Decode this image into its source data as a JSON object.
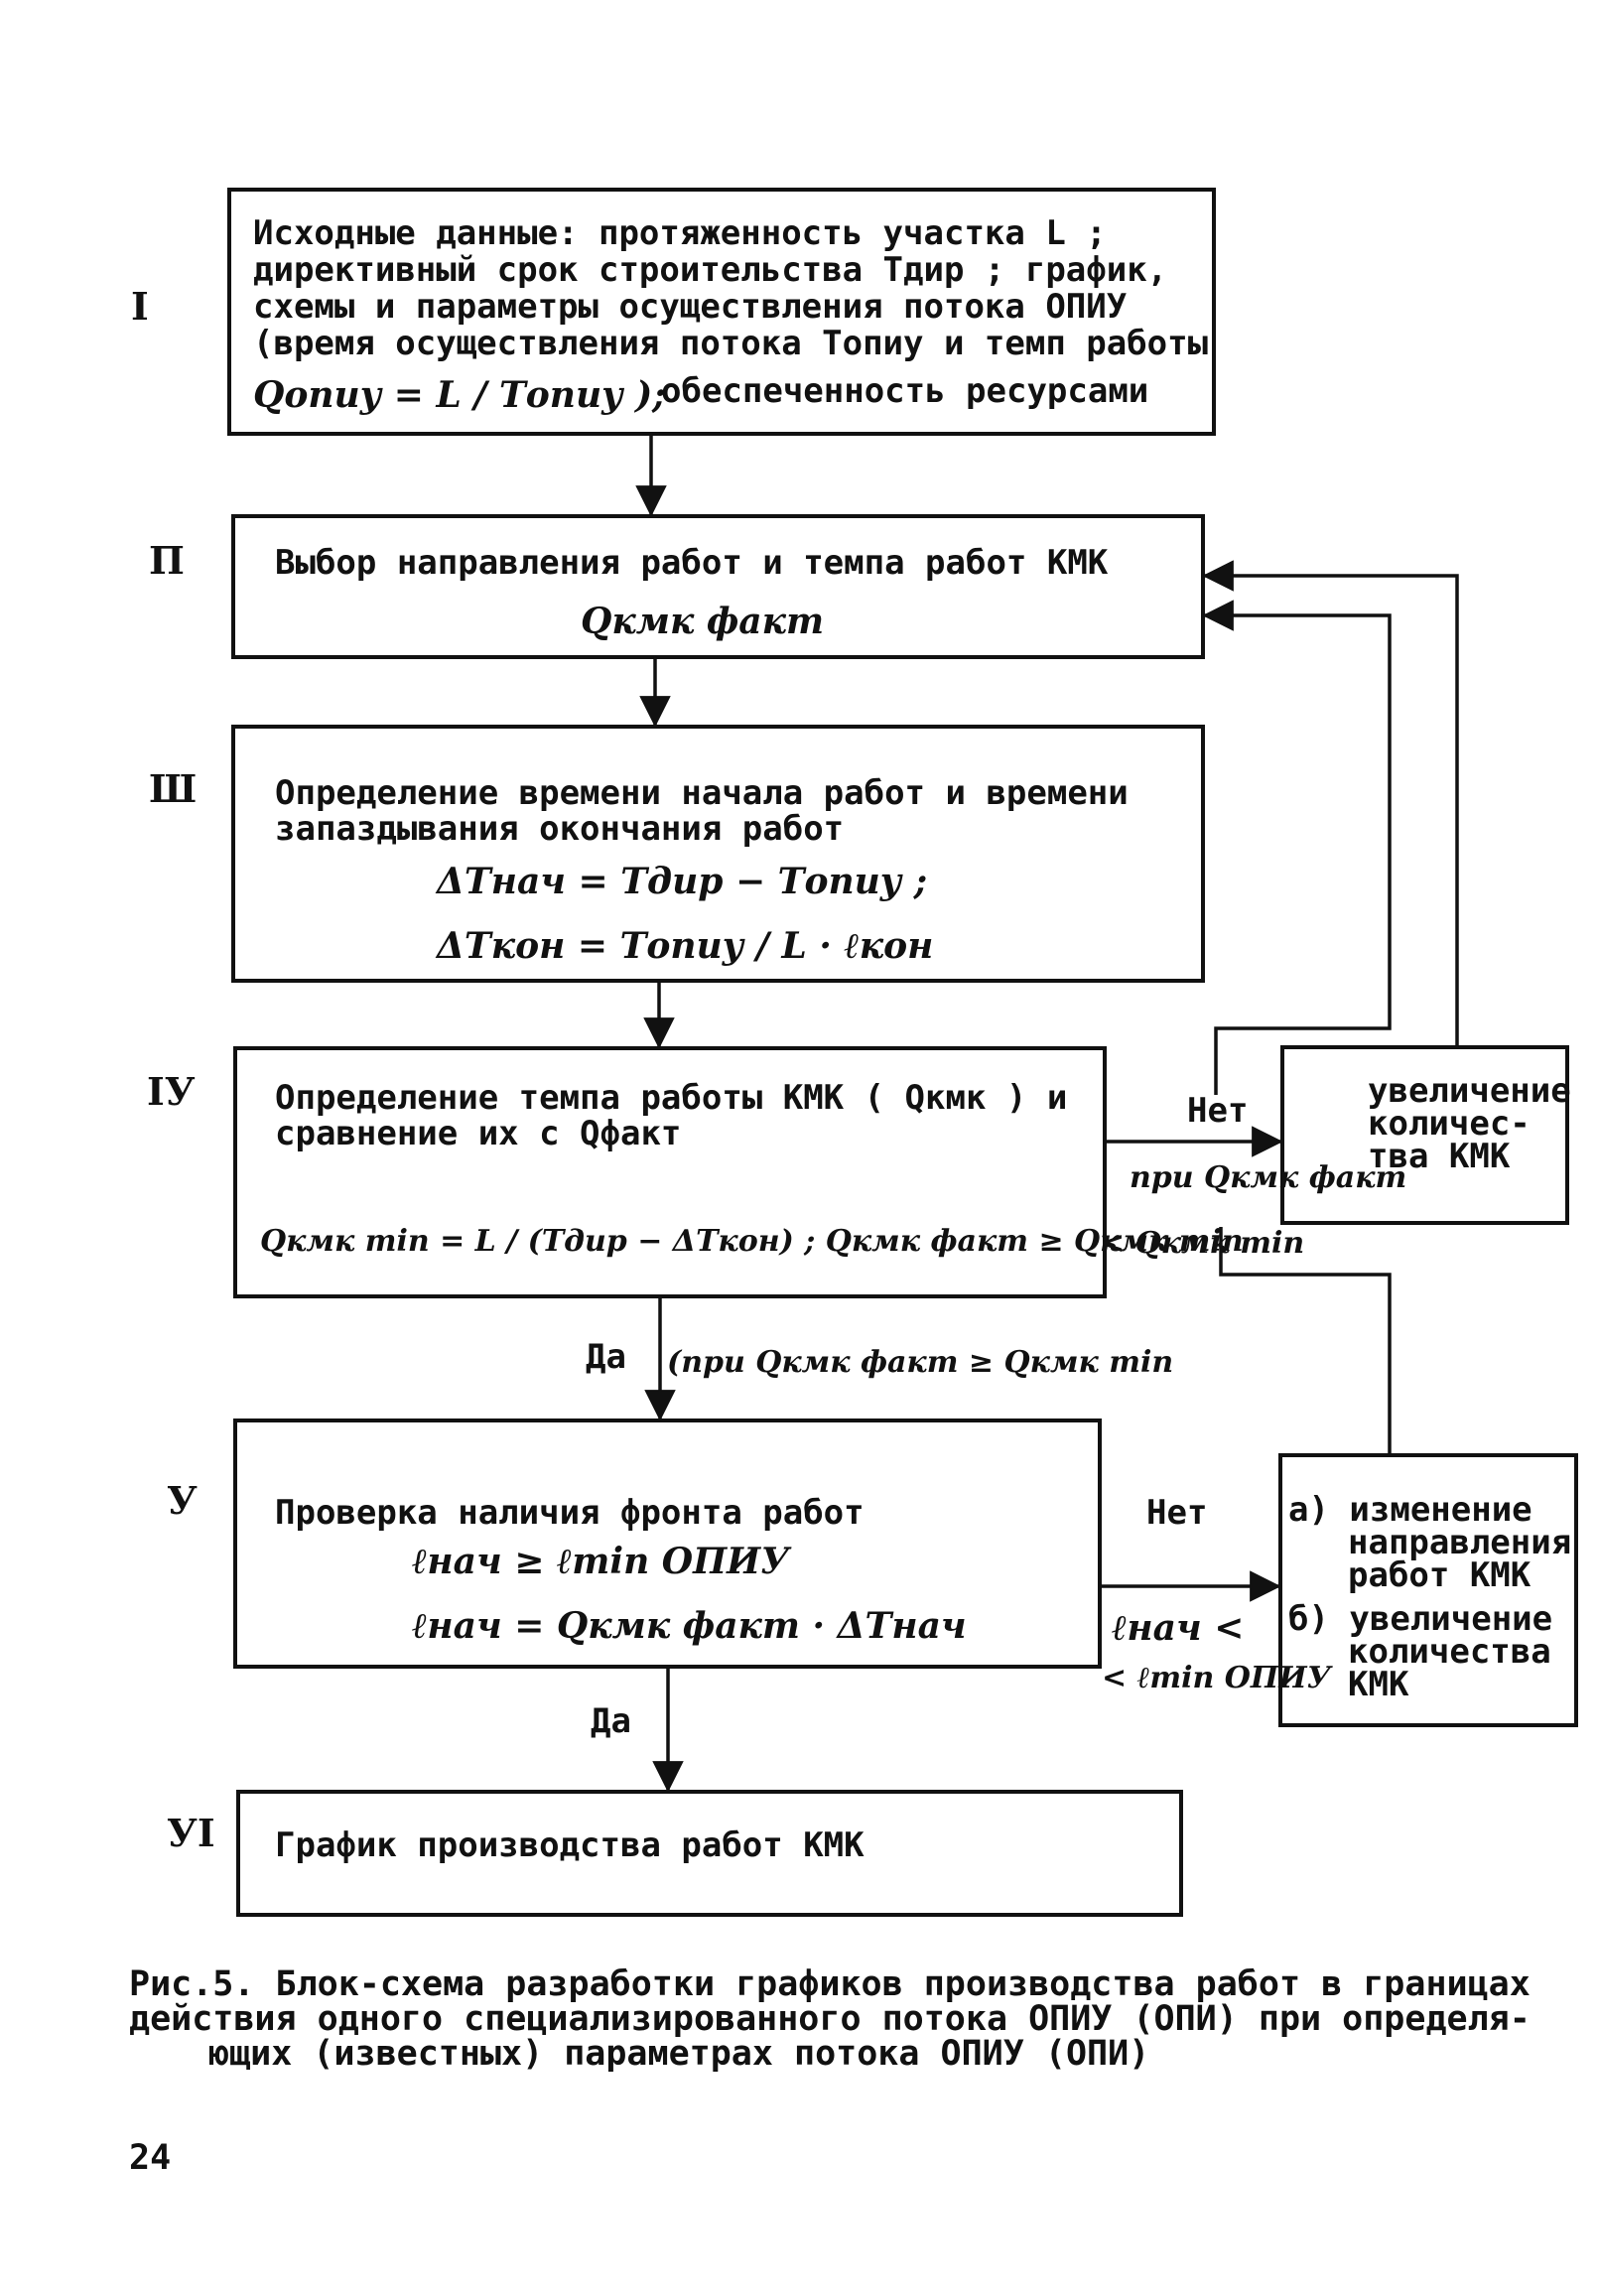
{
  "stages": {
    "s1": {
      "numeral": "I",
      "lines": [
        "Исходные данные: протяженность участка L ;",
        "директивный срок строительства Tдир ; график,",
        "схемы и параметры осуществления потока ОПИУ",
        "(время осуществления потока Tопиу и темп работы"
      ],
      "formula": "Qопиу = L / Tопиу );",
      "tail": "обеспеченность ресурсами"
    },
    "s2": {
      "numeral": "П",
      "line": "Выбор направления работ и темпа работ КМК",
      "formula": "Qкмк факт"
    },
    "s3": {
      "numeral": "Ш",
      "lines": [
        "Определение времени начала работ и времени",
        "запаздывания окончания работ"
      ],
      "formula1": "ΔTнач = Tдир − Tопиу ;",
      "formula2": "ΔTкон = Tопиу / L · ℓкон"
    },
    "s4": {
      "numeral": "IУ",
      "lines": [
        "Определение темпа работы КМК ( Qкмк ) и",
        "сравнение их с Qфакт"
      ],
      "formula": "Qкмк min = L / (Tдир − ΔTкон) ; Qкмк факт ≥ Qкмк min"
    },
    "s5": {
      "numeral": "У",
      "line": "Проверка наличия фронта работ",
      "formula1": "ℓнач ≥ ℓmin ОПИУ",
      "formula2": "ℓнач = Qкмк факт · ΔTнач"
    },
    "s6": {
      "numeral": "УI",
      "line": "График производства работ КМК"
    }
  },
  "side_boxes": {
    "increase": [
      "увеличение",
      "количес-",
      "тва КМК"
    ],
    "change": {
      "a": [
        "а) изменение",
        "направления",
        "работ КМК"
      ],
      "b": [
        "б) увеличение",
        "количества",
        "КМК"
      ]
    }
  },
  "edge_labels": {
    "no_1": "Нет",
    "cond_1a": "при Qкмк факт",
    "cond_1b": "< Qкмк min",
    "yes_1": "Да",
    "cond_yes": "(при Qкмк факт ≥ Qкмк min",
    "no_2": "Нет",
    "cond_2a": "ℓнач <",
    "cond_2b": "< ℓmin ОПИУ",
    "yes_2": "Да"
  },
  "caption": [
    "Рис.5. Блок-схема разработки графиков производства работ в границах",
    "действия одного специализированного потока ОПИУ (ОПИ) при определя-",
    "ющих (известных) параметрах потока ОПИУ (ОПИ)"
  ],
  "page_number": "24"
}
